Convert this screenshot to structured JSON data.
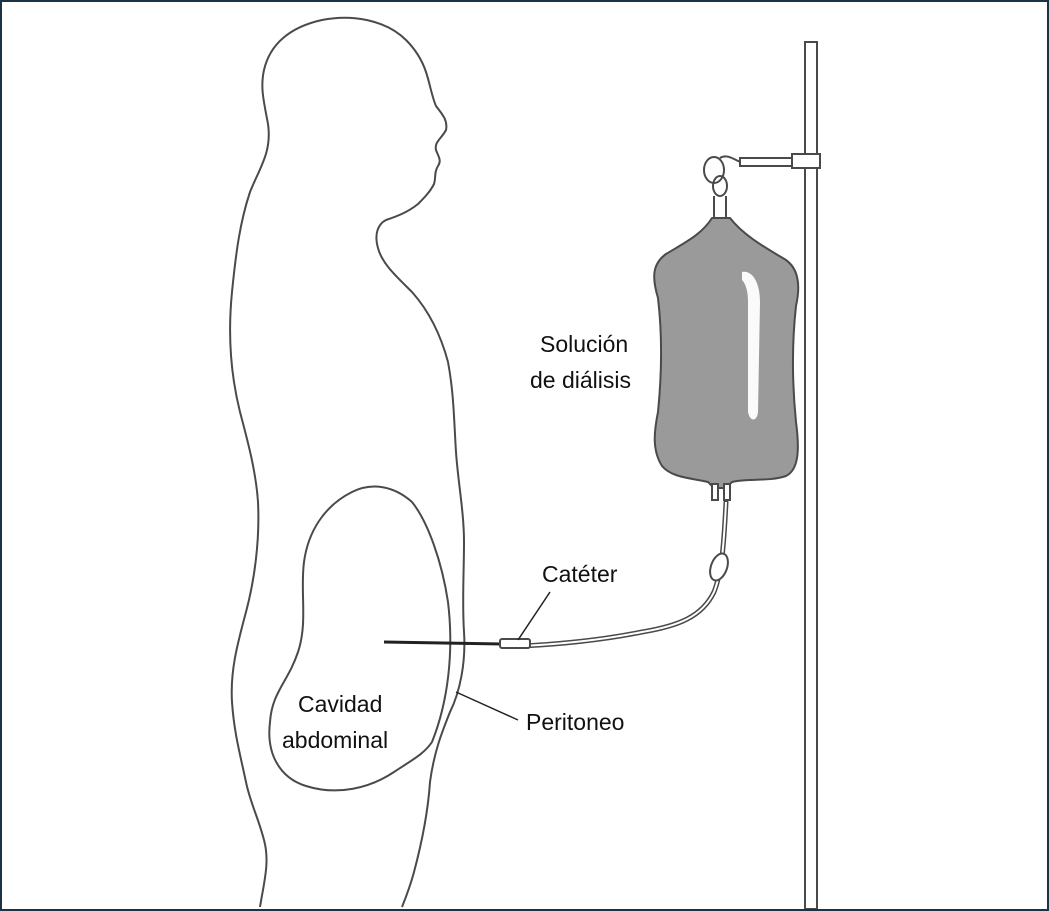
{
  "labels": {
    "solution_line1": "Solución",
    "solution_line2": "de diálisis",
    "catheter": "Catéter",
    "cavity_line1": "Cavidad",
    "cavity_line2": "abdominal",
    "peritoneum": "Peritoneo"
  },
  "colors": {
    "frame": "#1c3346",
    "outline": "#4a4a4a",
    "bag_fill": "#9a9a9a",
    "bag_highlight": "#ffffff",
    "text": "#111111"
  }
}
